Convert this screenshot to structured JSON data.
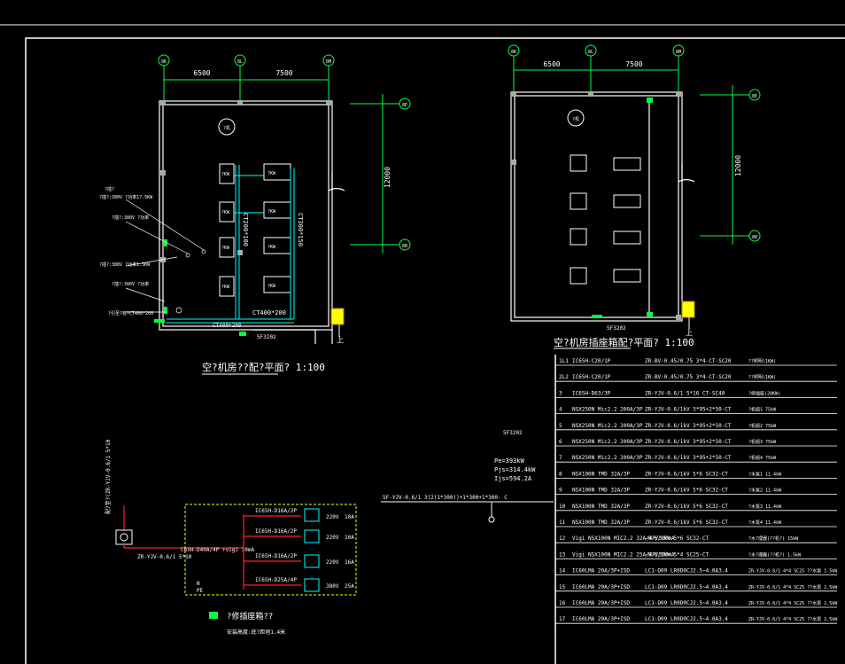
{
  "colors": {
    "background": "#000000",
    "line": "#ffffff",
    "grid_axis": "#00ff40",
    "cable": "#ff2020",
    "tray": "#00ffff",
    "box": "#ffff00"
  },
  "left_plan": {
    "axes_top": [
      "8K",
      "8L",
      "8M"
    ],
    "axes_right": [
      "8E",
      "8B"
    ],
    "dim_top": [
      "6500",
      "7500"
    ],
    "dim_right": "12000",
    "room_mark": "?机",
    "tray_labels": [
      "CT200*100",
      "CT300*150",
      "CT400*200",
      "CT400*200"
    ],
    "units": [
      "?KW",
      "?KW",
      "?KW",
      "?KW",
      "?KW",
      "?KW",
      "?KW",
      "?KW"
    ],
    "notes": [
      "?插?",
      "?插?:380V ?功率17.5KW",
      "?插?:380V ?功率",
      "?插?:380V ?功率1.5KW",
      "?插?:380V ?功率",
      "?引至?有?CT400*200"
    ],
    "tag": "5F3202",
    "stair": "上",
    "title": "空?机房??配?平面? 1:100"
  },
  "right_plan": {
    "axes_top": [
      "8K",
      "8L",
      "8M"
    ],
    "axes_right": [
      "8E",
      "8B"
    ],
    "dim_top": [
      "6500",
      "7500"
    ],
    "dim_right": "12000",
    "room_mark": "?机",
    "tag": "5F3202",
    "stair": "上",
    "title": "空?机房插座箱配?平面? 1:100"
  },
  "box_diagram": {
    "feeder": "配?至?(ZR-YJV-0.6/1 5*10",
    "incomer": "C65H-D40A/4P +vigi 30mA",
    "cable": "ZR-YJV-0.6/1 5*10",
    "pe": [
      "N",
      "PE"
    ],
    "circuits": [
      {
        "breaker": "IC65H-D16A/2P",
        "voltage": "220V",
        "current": "10A"
      },
      {
        "breaker": "IC65H-D16A/2P",
        "voltage": "220V",
        "current": "10A"
      },
      {
        "breaker": "IC65H-D16A/2P",
        "voltage": "220V",
        "current": "16A"
      },
      {
        "breaker": "IC65H-D25A/4P",
        "voltage": "380V",
        "current": "25A"
      }
    ],
    "title": "?修插座箱??",
    "subtitle": "安装高度:底?距地1.4米"
  },
  "main_panel": {
    "tag": "5F3202",
    "power": [
      "Pe=393kW",
      "Pjs=314.4kW",
      "Ijs=594.2A"
    ],
    "incoming": "5F-YJV-0.6/1 3(2(1*300))+1*300+1*300- C"
  },
  "schedule": [
    {
      "no": "1L1",
      "breaker": "IC65H-C20/1P",
      "cable": "ZR-BV-0.45/0.75 3*4-CT-SC20",
      "load": "??照明(1KW)"
    },
    {
      "no": "2L2",
      "breaker": "IC65H-C20/1P",
      "cable": "ZR-BV-0.45/0.75 3*4-CT-SC20",
      "load": "??照明(1KW)"
    },
    {
      "no": "3",
      "breaker": "IC65H-D63/3P",
      "cable": "ZR-YJV-0.6/1 5*16 CT-SC40",
      "load": "?修插座(20KW)"
    },
    {
      "no": "4",
      "breaker": "NSX250N Mic2.2 200A/3P",
      "cable": "ZR-YJV-0.6/1kV 3*95+2*50-CT",
      "load": "?机组1 75kW"
    },
    {
      "no": "5",
      "breaker": "NSX250N Mic2.2 200A/3P",
      "cable": "ZR-YJV-0.6/1kV 3*95+2*50-CT",
      "load": "?机组2 75kW"
    },
    {
      "no": "6",
      "breaker": "NSX250N Mic2.2 200A/3P",
      "cable": "ZR-YJV-0.6/1kV 3*95+2*50-CT",
      "load": "?机组3 75kW"
    },
    {
      "no": "7",
      "breaker": "NSX250N Mic2.2 200A/3P",
      "cable": "ZR-YJV-0.6/1kV 3*95+2*50-CT",
      "load": "?机组4 75kW"
    },
    {
      "no": "8",
      "breaker": "NSX100N TMD 32A/3P",
      "cable": "ZR-YJV-0.6/1kV 5*6 SC32-CT",
      "load": "?水泵1 11.4kW"
    },
    {
      "no": "9",
      "breaker": "NSX100N TMD 32A/3P",
      "cable": "ZR-YJV-0.6/1kV 5*6 SC32-CT",
      "load": "?水泵2 11.4kW"
    },
    {
      "no": "10",
      "breaker": "NSX100N TMD 32A/3P",
      "cable": "ZR-YJV-0.6/1kV 5*6 SC32-CT",
      "load": "?水泵3 11.4kW"
    },
    {
      "no": "11",
      "breaker": "NSX100N TMD 32A/3P",
      "cable": "ZR-YJV-0.6/1kV 5*6 SC32-CT",
      "load": "?水泵4 11.4kW"
    },
    {
      "no": "12",
      "breaker": "Vigi NSX100N MIC2.2 32A/4P/300mA",
      "cable": "-0.6/1kV 5*6 SC32-CT",
      "load": "?水?理器(??机?) 15kW"
    },
    {
      "no": "13",
      "breaker": "Vigi NSX100N MIC2.2 25A/4P/300mA",
      "cable": "-0.6/1kV 5*4 SC25-CT",
      "load": "?水?理器(??机?) 1.5kW"
    },
    {
      "no": "14",
      "breaker": "IC60LMA 20A/3P+ISD",
      "cable": "LC1-D09 LR0D0CJ2.5~4.0A3.4",
      "load": "ZR-YJV-0.6/1 4*4 SC25 ??水泵 1.5kW"
    },
    {
      "no": "15",
      "breaker": "IC60LMA 20A/3P+ISD",
      "cable": "LC1-D09 LR0D0CJ2.5~4.0A3.4",
      "load": "ZR-YJV-0.6/1 4*4 SC25 ??水泵 1.5kW"
    },
    {
      "no": "16",
      "breaker": "IC60LMA 20A/3P+ISD",
      "cable": "LC1-D09 LR0D0CJ2.5~4.0A3.4",
      "load": "ZR-YJV-0.6/1 4*4 SC25 ??水泵 1.5kW"
    },
    {
      "no": "17",
      "breaker": "IC60LMA 20A/3P+ISD",
      "cable": "LC1-D09 LR0D0CJ2.5~4.0A3.4",
      "load": "ZR-YJV-0.6/1 4*4 SC25 ??水泵 1.5kW"
    }
  ]
}
